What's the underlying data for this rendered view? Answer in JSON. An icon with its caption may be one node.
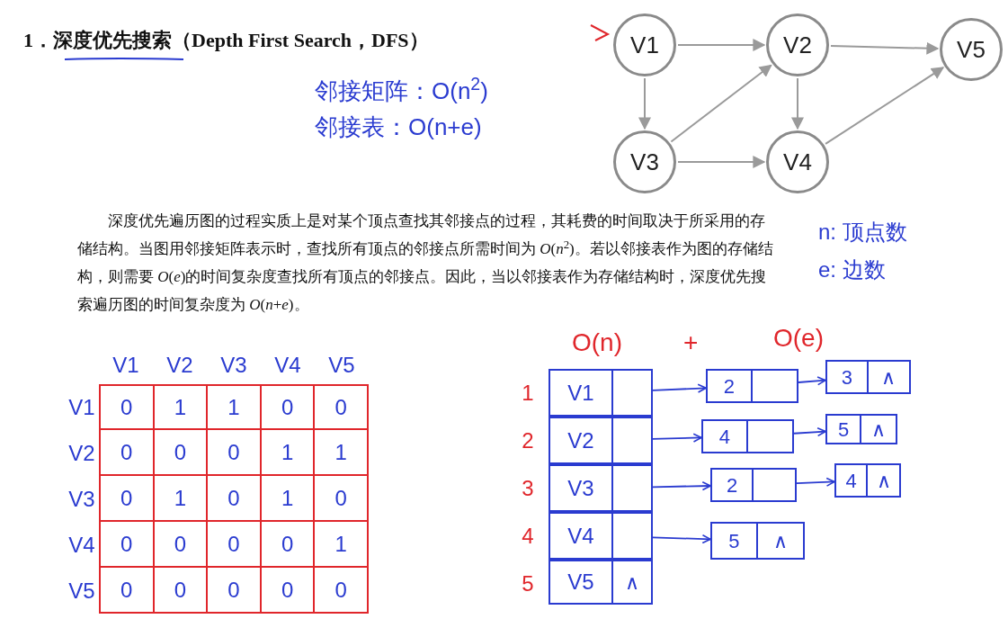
{
  "diagram": {
    "title": "1．深度优先搜索（Depth First Search，DFS）",
    "nodes": [
      {
        "text": [
          "V1"
        ]
      },
      {
        "text": [
          "V2"
        ]
      },
      {
        "text": [
          "V5"
        ]
      },
      {
        "text": [
          "V3"
        ]
      },
      {
        "text": [
          "V4"
        ]
      },
      {
        "text": [
          "V1"
        ]
      },
      {
        "text": [
          "V2"
        ]
      },
      {
        "text": [
          "V3"
        ]
      },
      {
        "text": [
          "V4"
        ]
      },
      {
        "text": [
          "V5",
          "∧"
        ]
      },
      {
        "text": [
          "2"
        ]
      },
      {
        "text": [
          "3",
          "∧"
        ]
      },
      {
        "text": [
          "4"
        ]
      },
      {
        "text": [
          "5",
          "∧"
        ]
      },
      {
        "text": [
          "2"
        ]
      },
      {
        "text": [
          "4",
          "∧"
        ]
      },
      {
        "text": [
          "5",
          "∧"
        ]
      }
    ],
    "edges": [
      {
        "from": 0,
        "to": 1,
        "arrow": "to"
      },
      {
        "from": 0,
        "to": 3,
        "arrow": "to"
      },
      {
        "from": 1,
        "to": 2,
        "arrow": "to"
      },
      {
        "from": 1,
        "to": 4,
        "arrow": "to"
      },
      {
        "from": 3,
        "to": 1,
        "arrow": "to"
      },
      {
        "from": 3,
        "to": 4,
        "arrow": "to"
      },
      {
        "from": 4,
        "to": 2,
        "arrow": "to"
      },
      {
        "from": 5,
        "to": 10,
        "arrow": "to",
        "color": "#2a3bd0"
      },
      {
        "from": 10,
        "to": 11,
        "arrow": "to",
        "color": "#2a3bd0"
      },
      {
        "from": 6,
        "to": 12,
        "arrow": "to",
        "color": "#2a3bd0"
      },
      {
        "from": 12,
        "to": 13,
        "arrow": "to",
        "color": "#2a3bd0"
      },
      {
        "from": 7,
        "to": 14,
        "arrow": "to",
        "color": "#2a3bd0"
      },
      {
        "from": 14,
        "to": 15,
        "arrow": "to",
        "color": "#2a3bd0"
      },
      {
        "from": 8,
        "to": 16,
        "arrow": "to",
        "color": "#2a3bd0"
      }
    ],
    "labels": [
      "邻接矩阵：O(n$^{2}$)",
      "邻接表：O(n+e)",
      "深度优先遍历图的过程实质上是对某个顶点查找其邻接点的过程，其耗费的时间取决于所采用的存储结构。当图用邻接矩阵表示时，查找所有顶点的邻接点所需时间为 *O*(*n*$^{2}$)。若以邻接表作为图的存储结构，则需要 *O*(*e*)的时间复杂度查找所有顶点的邻接点。因此，当以邻接表作为存储结构时，深度优先搜索遍历图的时间复杂度为 *O*(*n*+*e*)。",
      "n: 顶点数",
      "e: 边数",
      "O(n)",
      "+",
      "O(e)",
      "V1",
      "V2",
      "V3",
      "V4",
      "V5",
      "V1",
      "0",
      "1",
      "1",
      "0",
      "0",
      "V2",
      "0",
      "0",
      "0",
      "1",
      "1",
      "V3",
      "0",
      "1",
      "0",
      "1",
      "0",
      "V4",
      "0",
      "0",
      "0",
      "0",
      "1",
      "V5",
      "0",
      "0",
      "0",
      "0",
      "0",
      "1",
      "2",
      "3",
      "4",
      "5"
    ]
  }
}
